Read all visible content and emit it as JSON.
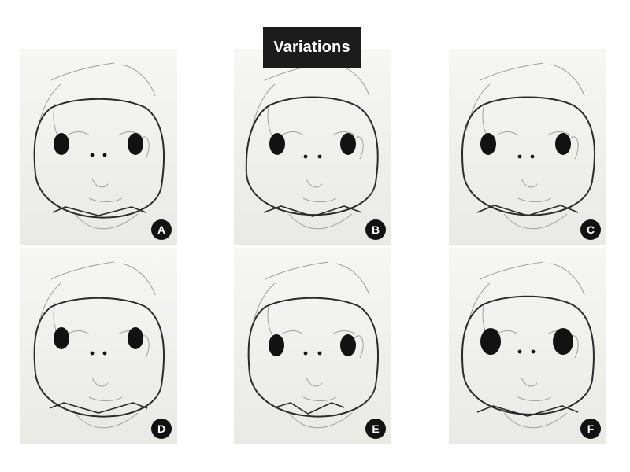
{
  "title": "Variations",
  "panels": [
    {
      "label": "A"
    },
    {
      "label": "B"
    },
    {
      "label": "C"
    },
    {
      "label": "D"
    },
    {
      "label": "E"
    },
    {
      "label": "F"
    }
  ],
  "colors": {
    "outline": "#2b2b2b",
    "eyes": "#121212",
    "sketch": "#9a9a9a",
    "badge": "#121212",
    "title_bg": "#1c1c1c"
  }
}
